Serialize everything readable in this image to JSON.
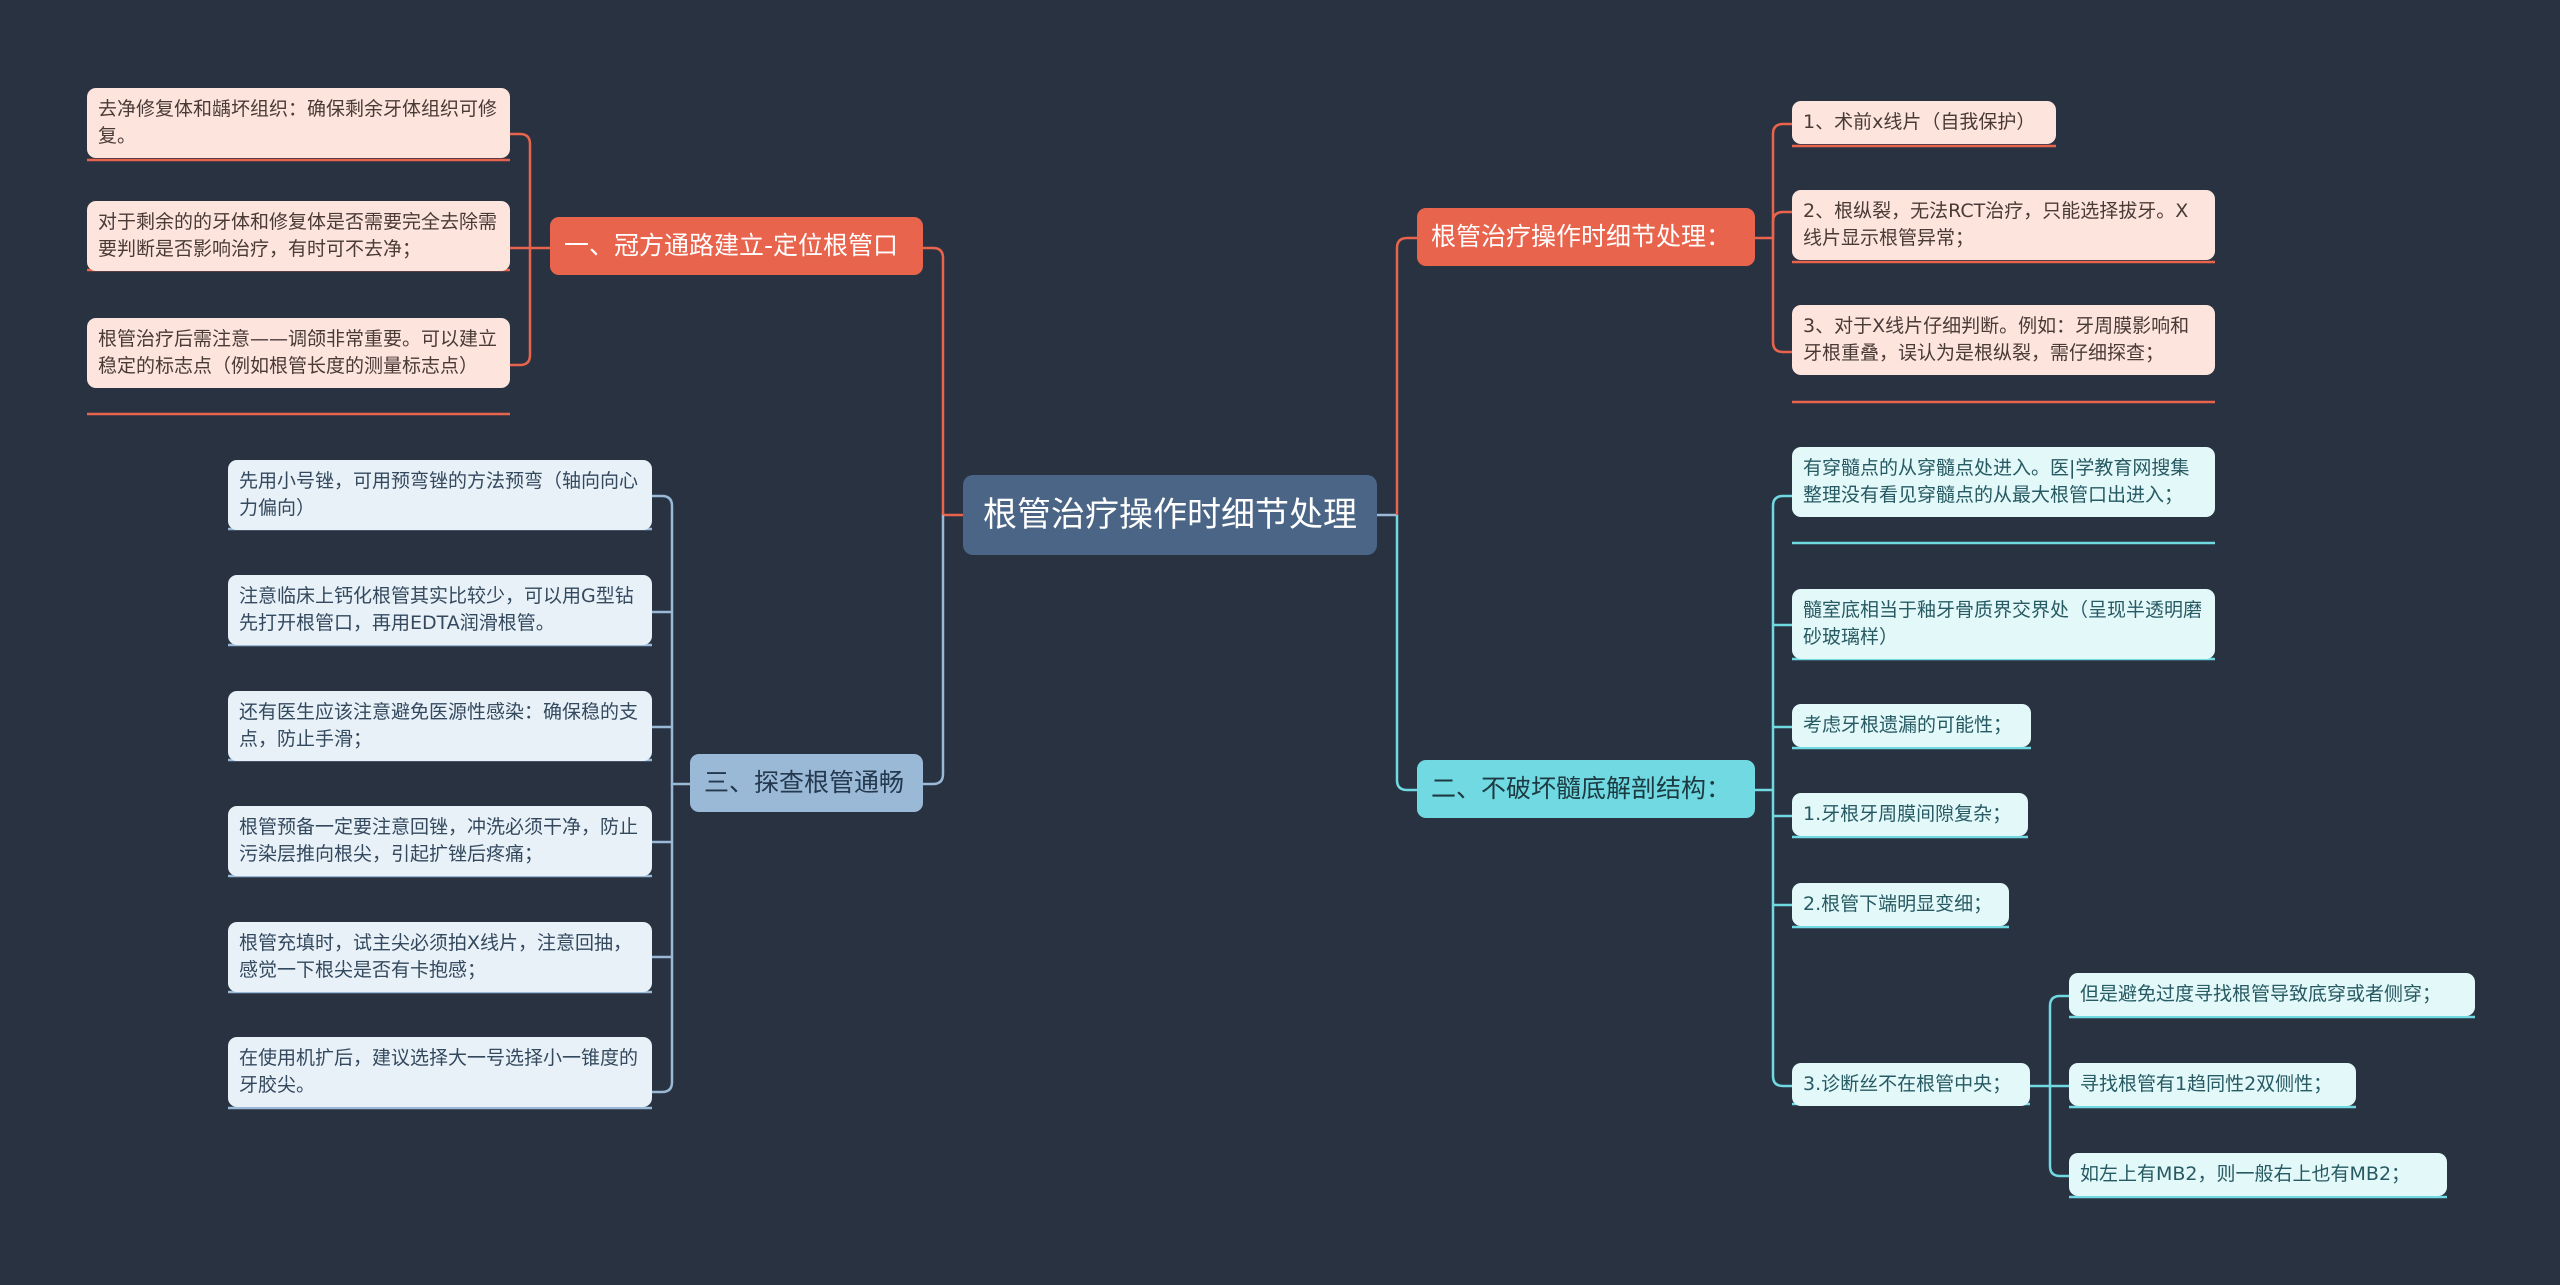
{
  "mindmap": {
    "root": "根管治疗操作时细节处理",
    "branch_red_left": {
      "label": "一、冠方通路建立-定位根管口",
      "items": [
        "去净修复体和龋坏组织：确保剩余牙体组织可修复。",
        "对于剩余的的牙体和修复体是否需要完全去除需要判断是否影响治疗，有时可不去净；",
        "根管治疗后需注意——调颌非常重要。可以建立稳定的标志点（例如根管长度的测量标志点）"
      ]
    },
    "branch_blue_left": {
      "label": "三、探查根管通畅",
      "items": [
        "先用小号锉，可用预弯锉的方法预弯（轴向向心力偏向）",
        "注意临床上钙化根管其实比较少，可以用G型钻先打开根管口，再用EDTA润滑根管。",
        "还有医生应该注意避免医源性感染：确保稳的支点，防止手滑；",
        "根管预备一定要注意回锉，冲洗必须干净，防止污染层推向根尖，引起扩锉后疼痛；",
        "根管充填时，试主尖必须拍X线片，注意回抽，感觉一下根尖是否有卡抱感；",
        "在使用机扩后，建议选择大一号选择小一锥度的牙胶尖。"
      ]
    },
    "branch_red_right": {
      "label": "根管治疗操作时细节处理：",
      "items": [
        "1、术前x线片（自我保护）",
        "2、根纵裂，无法RCT治疗，只能选择拔牙。X线片显示根管异常；",
        "3、对于X线片仔细判断。例如：牙周膜影响和牙根重叠，误认为是根纵裂，需仔细探查；"
      ]
    },
    "branch_cyan_right": {
      "label": "二、不破坏髓底解剖结构：",
      "items": [
        "有穿髓点的从穿髓点处进入。医|学教育网搜集整理没有看见穿髓点的从最大根管口出进入；",
        "髓室底相当于釉牙骨质界交界处（呈现半透明磨砂玻璃样）",
        "考虑牙根遗漏的可能性；",
        "1.牙根牙周膜间隙复杂；",
        "2.根管下端明显变细；",
        "3.诊断丝不在根管中央；"
      ],
      "sub_items": [
        "但是避免过度寻找根管导致底穿或者侧穿；",
        "寻找根管有1趋同性2双侧性；",
        "如左上有MB2，则一般右上也有MB2；"
      ]
    }
  },
  "colors": {
    "background": "#283241",
    "root": "#4a6585",
    "red": "#e9644d",
    "blue": "#9ab9d6",
    "cyan": "#70d9e1"
  }
}
